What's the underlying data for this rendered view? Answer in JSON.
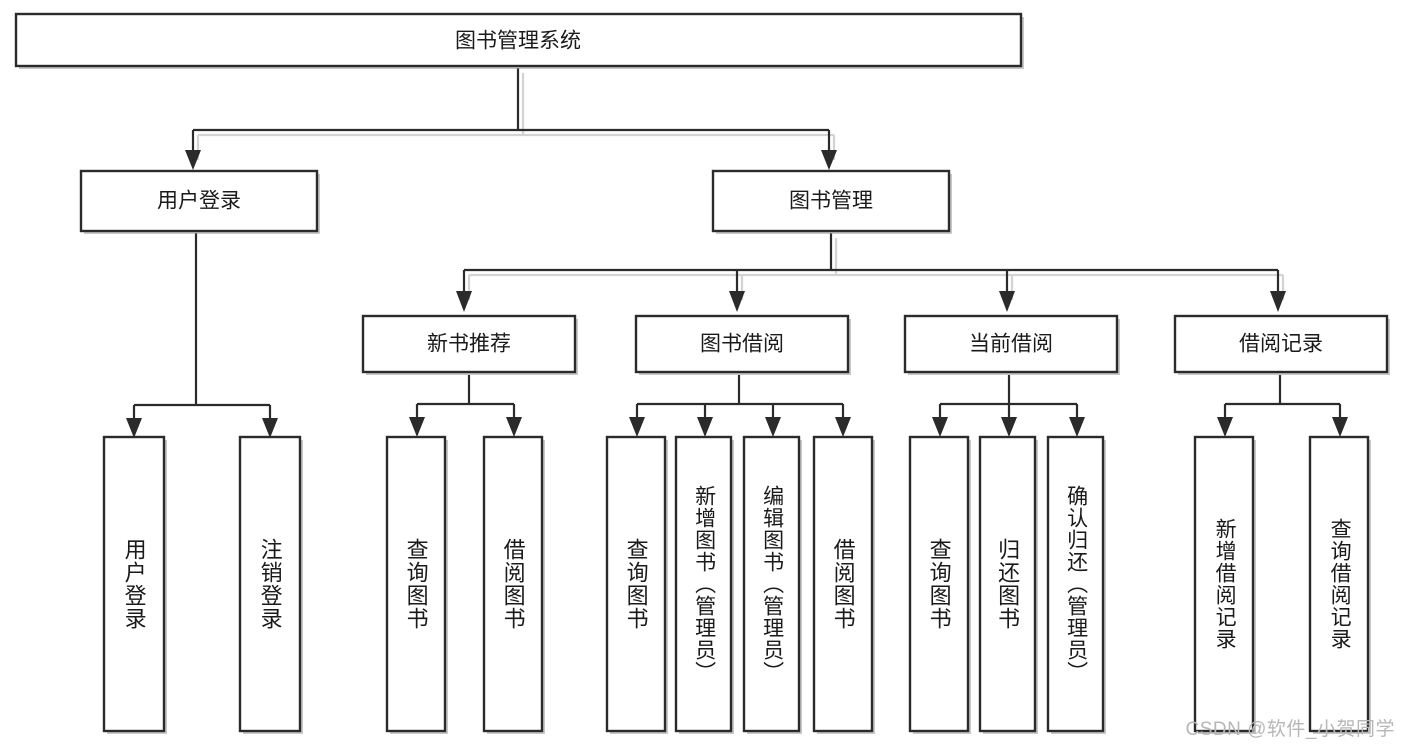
{
  "diagram": {
    "type": "tree-hierarchy",
    "title": "图书管理系统",
    "watermark": "CSDN @软件_小贺同学",
    "colors": {
      "stroke": "#2b2b2b",
      "fill": "#ffffff",
      "text": "#1a1a1a",
      "shadow": "#9a9a9a",
      "watermark": "#b7b7b7",
      "background": "#ffffff"
    },
    "root": {
      "label": "图书管理系统"
    },
    "level2": [
      {
        "label": "用户登录"
      },
      {
        "label": "图书管理"
      }
    ],
    "level3": [
      {
        "label": "新书推荐"
      },
      {
        "label": "图书借阅"
      },
      {
        "label": "当前借阅"
      },
      {
        "label": "借阅记录"
      }
    ],
    "leaves": {
      "user_login": [
        {
          "label": "用户登录"
        },
        {
          "label": "注销登录"
        }
      ],
      "new_book": [
        {
          "label": "查询图书"
        },
        {
          "label": "借阅图书"
        }
      ],
      "book_borrow": [
        {
          "label": "查询图书"
        },
        {
          "label": "新增图书（管理员）"
        },
        {
          "label": "编辑图书（管理员）"
        },
        {
          "label": "借阅图书"
        }
      ],
      "current_borrow": [
        {
          "label": "查询图书"
        },
        {
          "label": "归还图书"
        },
        {
          "label": "确认归还（管理员）"
        }
      ],
      "borrow_record": [
        {
          "label": "新增借阅记录"
        },
        {
          "label": "查询借阅记录"
        }
      ]
    }
  }
}
